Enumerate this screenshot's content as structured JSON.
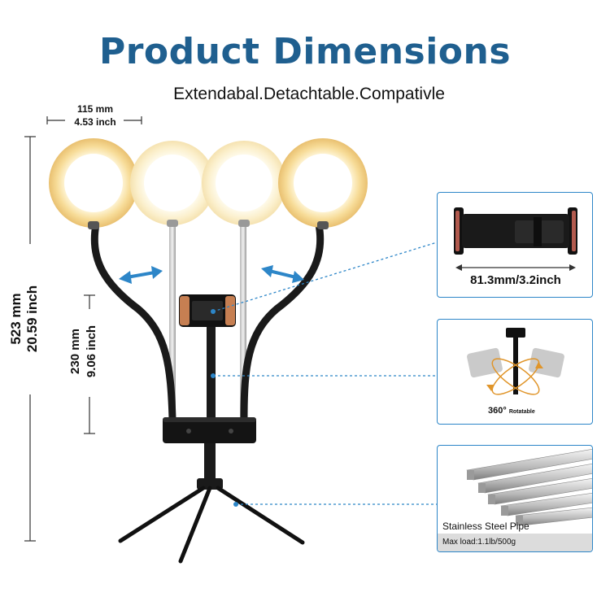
{
  "header": {
    "title": "Product Dimensions",
    "subtitle": "Extendabal.Detachtable.Compativle"
  },
  "dimensions": {
    "ring_width_mm": "115 mm",
    "ring_width_inch": "4.53 inch",
    "total_height_mm": "523 mm",
    "total_height_inch": "20.59 inch",
    "holder_height_mm": "230 mm",
    "holder_height_inch": "9.06 inch"
  },
  "panels": {
    "phone_holder": {
      "caption": "81.3mm/3.2inch"
    },
    "rotation": {
      "caption": "360°",
      "caption_small": "Rotatable"
    },
    "pipe": {
      "caption": "Stainless Steel Pipe",
      "max_load": "Max load:1.1lb/500g"
    }
  },
  "colors": {
    "title": "#1f5f8f",
    "accent_blue": "#2d86c8",
    "ring_glow": "#fde9a8"
  }
}
